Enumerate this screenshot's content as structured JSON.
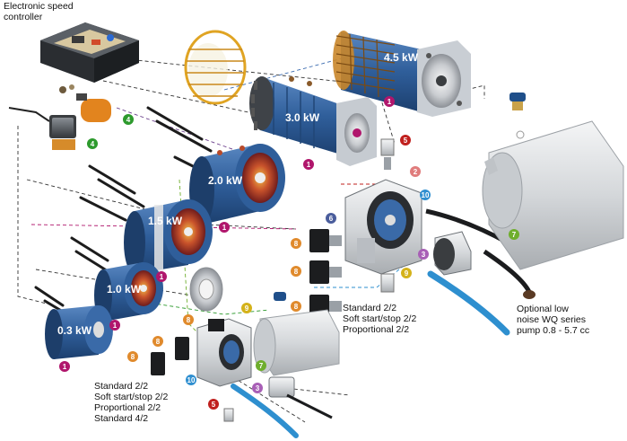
{
  "labels": {
    "esc": [
      "Electronic speed",
      "controller"
    ],
    "optional_pump": [
      "Optional low",
      "noise WQ series",
      "pump 0.8 - 5.7 cc"
    ],
    "valve_options_right": [
      "Standard 2/2",
      "Soft start/stop 2/2",
      "Proportional 2/2"
    ],
    "valve_options_left": [
      "Standard 2/2",
      "Soft start/stop 2/2",
      "Proportional 2/2",
      "Standard 4/2"
    ]
  },
  "motors": {
    "m45": "4.5 kW",
    "m30": "3.0 kW",
    "m20": "2.0 kW",
    "m15": "1.5 kW",
    "m10": "1.0 kW",
    "m03": "0.3 kW"
  },
  "badges": {
    "b1": "1",
    "b2": "2",
    "b3": "3",
    "b4": "4",
    "b5": "5",
    "b6": "6",
    "b7": "7",
    "b8": "8",
    "b9": "9",
    "b10": "10"
  },
  "colors": {
    "b1": "#b0166c",
    "b2": "#e07c7c",
    "b3": "#a85fb6",
    "b4": "#2d9a2d",
    "b5": "#c0201e",
    "b6": "#4a5d9c",
    "b7": "#6fae2d",
    "b8": "#e08a2c",
    "b9": "#d4b21a",
    "b10": "#2f8fd0",
    "motor_blue": "#2f5e9a",
    "tank_grey": "#d6d9dc",
    "hose_blue": "#2e8fcf"
  }
}
